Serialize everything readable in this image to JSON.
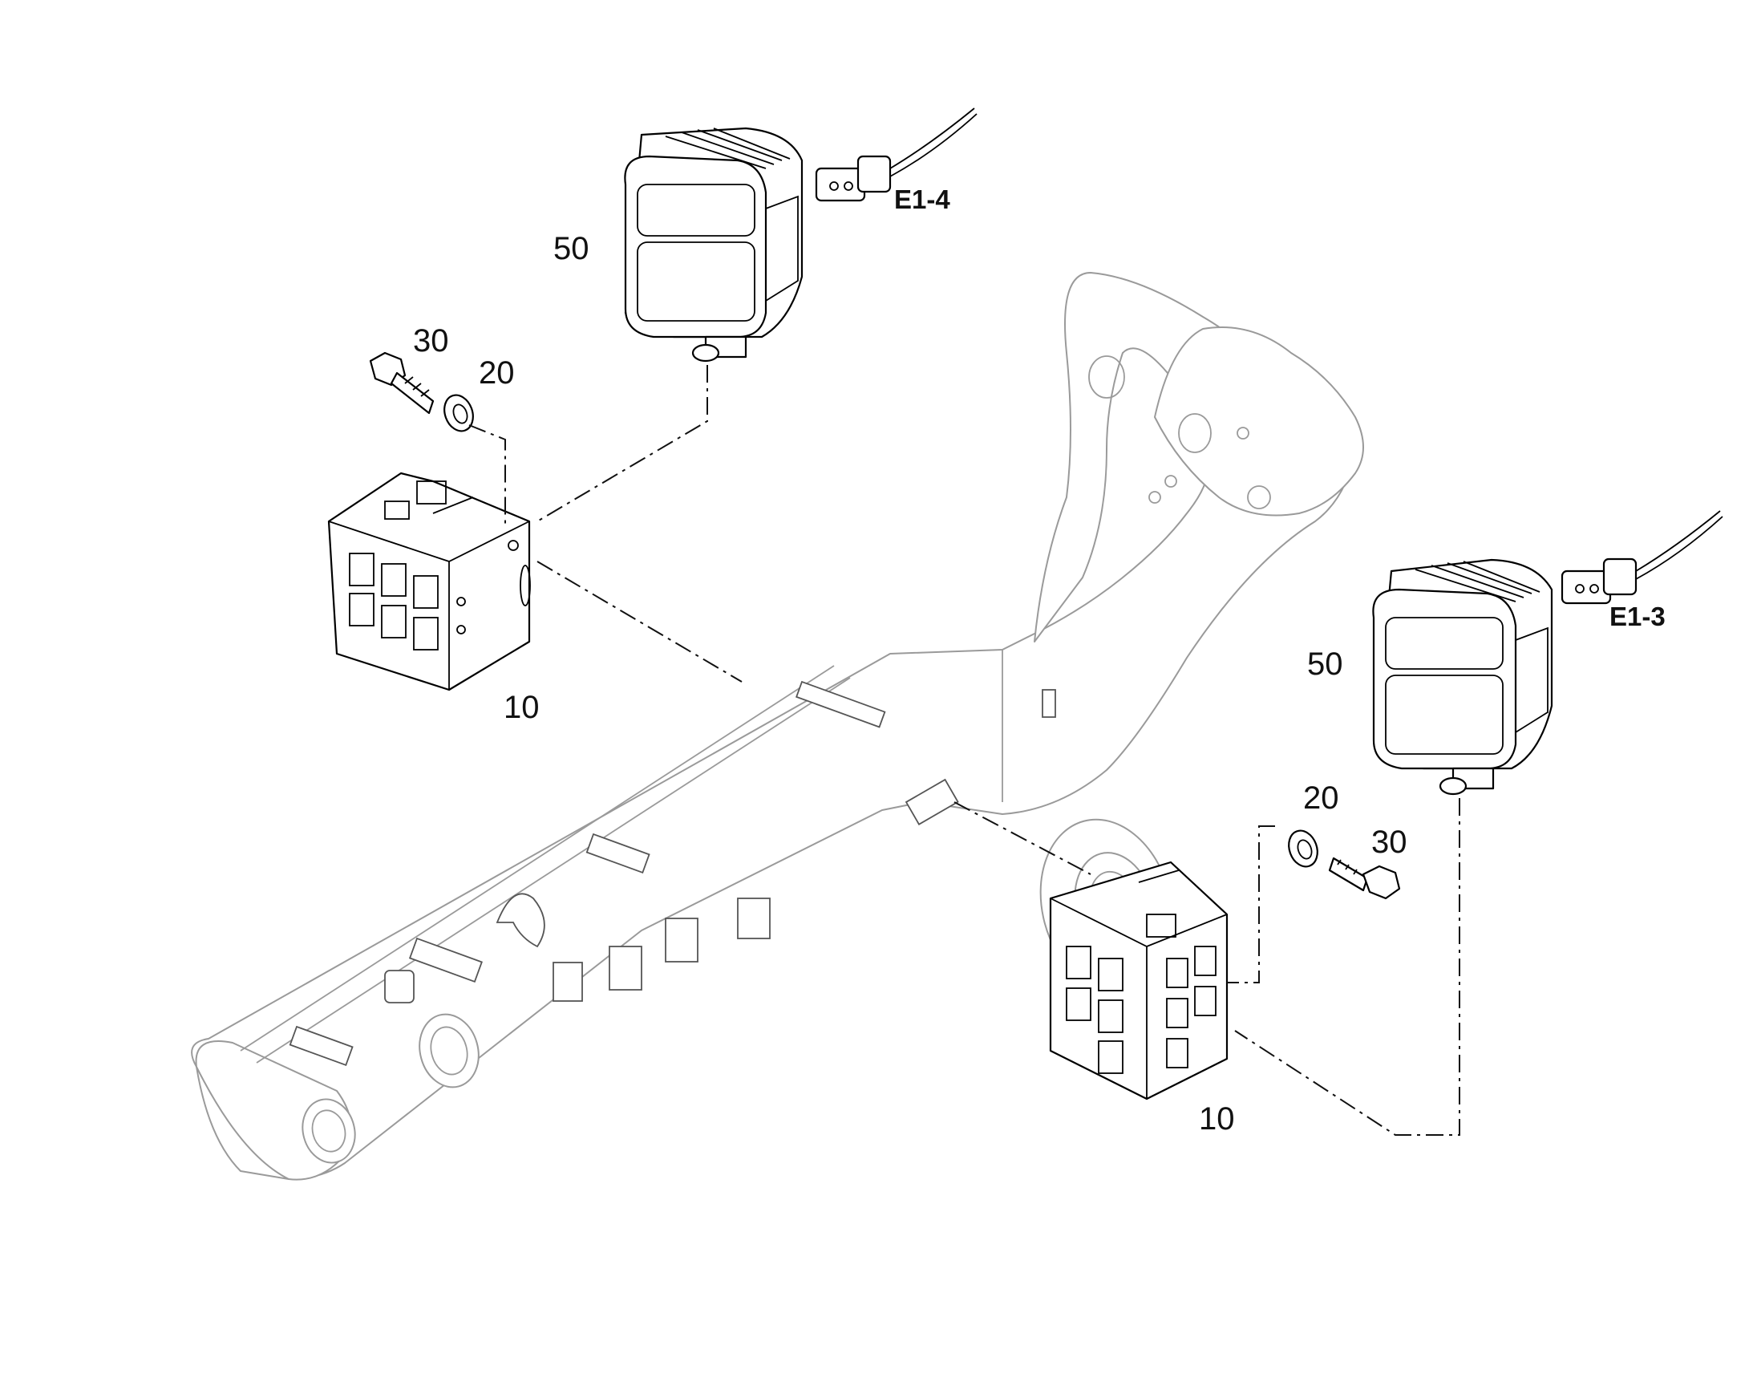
{
  "callouts": {
    "lamp_left": "50",
    "lamp_right": "50",
    "bolt_left": "30",
    "bolt_right": "30",
    "washer_left": "20",
    "washer_right": "20",
    "bracket_left": "10",
    "bracket_right": "10",
    "connector_left": "E1-4",
    "connector_right": "E1-3"
  },
  "colors": {
    "parts_stroke": "#000000",
    "boom_stroke": "#9a9a9a",
    "background": "#ffffff"
  }
}
